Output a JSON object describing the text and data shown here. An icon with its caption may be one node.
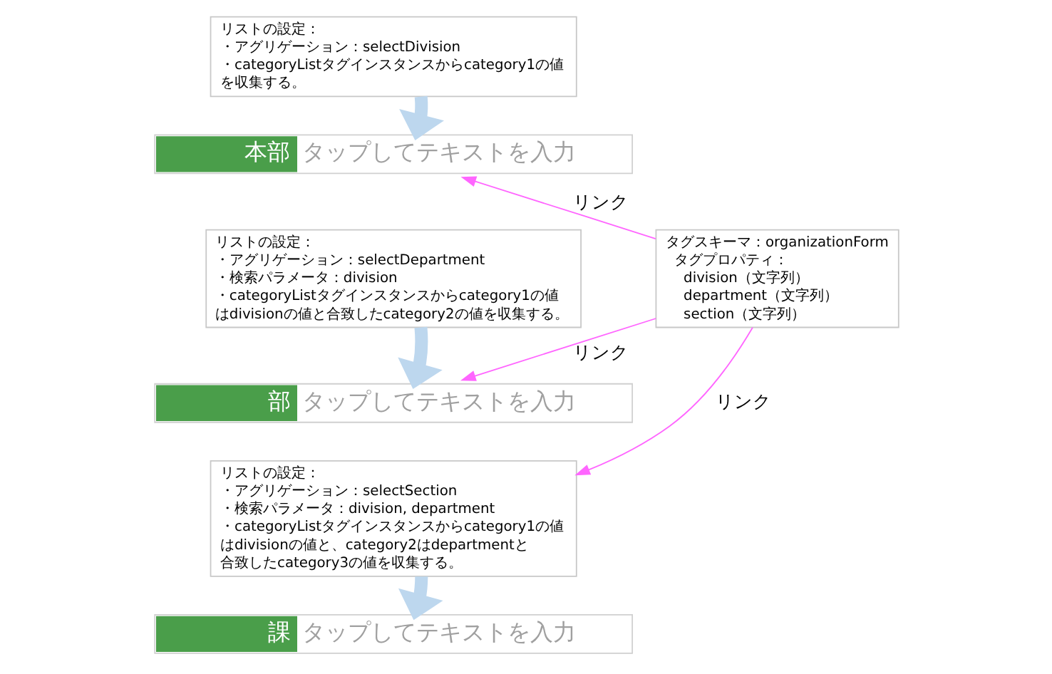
{
  "diagram": {
    "nodes": [
      {
        "text": [
          "リストの設定：",
          "・アグリゲーション：selectDivision",
          "・categoryListタグインスタンスからcategory1の値を収集する。"
        ]
      },
      {
        "text": [
          "本部",
          "タップしてテキストを入力"
        ]
      },
      {
        "text": [
          "リストの設定：",
          "・アグリゲーション：selectDepartment",
          "・検索パラメータ：division",
          "・categoryListタグインスタンスからcategory1の値はdivisionの値と合致したcategory2の値を収集する。"
        ]
      },
      {
        "text": [
          "部",
          "タップしてテキストを入力"
        ]
      },
      {
        "text": [
          "リストの設定：",
          "・アグリゲーション：selectSection",
          "・検索パラメータ：division, department",
          "・categoryListタグインスタンスからcategory1の値はdivisionの値と、category2はdepartmentと合致したcategory3の値を収集する。"
        ]
      },
      {
        "text": [
          "課",
          "タップしてテキストを入力"
        ]
      },
      {
        "text": [
          "タグスキーマ：organizationForm",
          "タグプロパティ：",
          "division（文字列）",
          "department（文字列）",
          "section（文字列）"
        ]
      }
    ],
    "edges": [
      {
        "from": 0,
        "to": 1,
        "arrow": "to",
        "style": "thick",
        "color": "#bdd7ee"
      },
      {
        "from": 2,
        "to": 3,
        "arrow": "to",
        "style": "thick",
        "color": "#bdd7ee"
      },
      {
        "from": 4,
        "to": 5,
        "arrow": "to",
        "style": "thick",
        "color": "#bdd7ee"
      },
      {
        "from": 6,
        "to": 1,
        "arrow": "to",
        "label": "リンク",
        "color": "#ff66ff"
      },
      {
        "from": 6,
        "to": 3,
        "arrow": "to",
        "label": "リンク",
        "color": "#ff66ff"
      },
      {
        "from": 6,
        "to": 4,
        "arrow": "to",
        "label": "リンク",
        "color": "#ff66ff"
      }
    ]
  }
}
